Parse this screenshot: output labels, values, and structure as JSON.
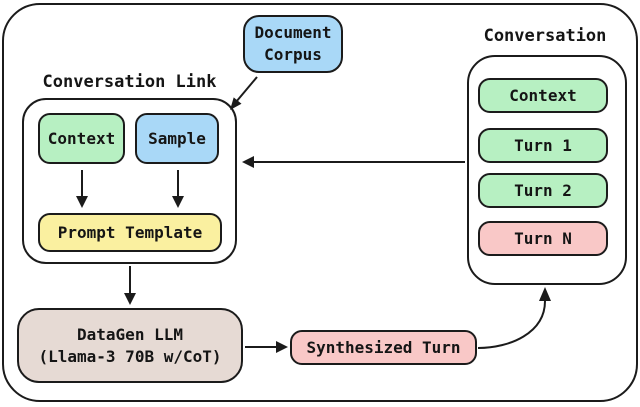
{
  "palette": {
    "outline": "#1b1b1b",
    "background": "#ffffff",
    "green": "#b7f0c2",
    "blue": "#a9d8f7",
    "yellow": "#faf0a0",
    "pink": "#f9c8c7",
    "beige": "#e6dad4"
  },
  "figure": {
    "document_corpus": "Document\nCorpus",
    "conversation_link_group": {
      "label": "Conversation Link",
      "context": "Context",
      "sample": "Sample",
      "prompt_template": "Prompt Template"
    },
    "conversation_group": {
      "label": "Conversation",
      "items": [
        {
          "label": "Context"
        },
        {
          "label": "Turn 1"
        },
        {
          "label": "Turn 2"
        },
        {
          "label": "Turn N"
        }
      ]
    },
    "datagen_llm": "DataGen LLM\n(Llama-3 70B w/CoT)",
    "synthesized_turn": "Synthesized Turn"
  }
}
